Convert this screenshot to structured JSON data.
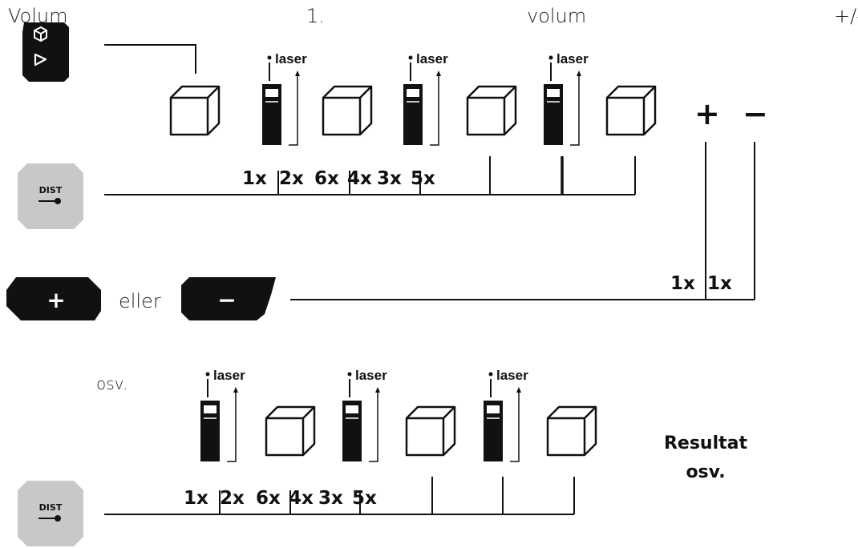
{
  "header": {
    "col1": "Volum",
    "col2": "1.",
    "col3": "volum",
    "col4": "+/-"
  },
  "row1": {
    "laser_label": "laser",
    "press_labels": [
      "1x",
      "2x",
      "6x",
      "4x",
      "3x",
      "5x"
    ],
    "plus_sign": "+",
    "minus_sign": "−"
  },
  "keys": {
    "dist_label": "DIST",
    "plus_key": "+",
    "minus_key": "−",
    "or_text": "eller"
  },
  "row2": {
    "press_labels": [
      "1x",
      "1x"
    ]
  },
  "row3": {
    "etc_left": "osv.",
    "laser_label": "laser",
    "press_labels": [
      "1x",
      "2x",
      "6x",
      "4x",
      "3x",
      "5x"
    ],
    "result_line1": "Resultat",
    "result_line2": "osv."
  },
  "colors": {
    "ink": "#111111",
    "key_gray": "#c8c8c8",
    "key_black": "#111111"
  },
  "icons": [
    "volume-mode-icon",
    "cube-icon",
    "laser-device-icon",
    "dist-key-icon",
    "plus-key-icon",
    "minus-key-icon"
  ]
}
